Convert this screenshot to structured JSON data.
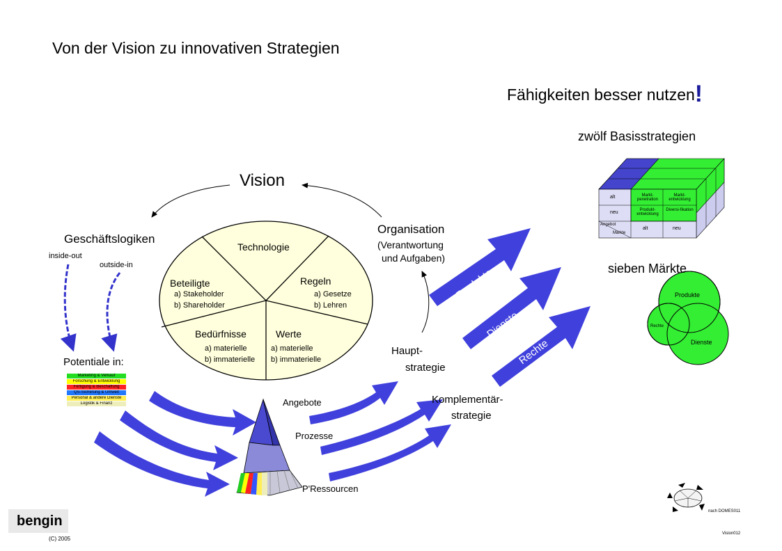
{
  "title": "Von der Vision zu innovativen Strategien",
  "tagline": "Fähigkeiten besser nutzen",
  "tagline_mark": "!",
  "vision": "Vision",
  "wheel": {
    "technologie": "Technologie",
    "beteiligte": "Beteiligte",
    "beteiligte_a": "a) Stakeholder",
    "beteiligte_b": "b) Shareholder",
    "regeln": "Regeln",
    "regeln_a": "a) Gesetze",
    "regeln_b": "b) Lehren",
    "beduerfnisse": "Bedürfnisse",
    "beduerfnisse_a": "a) materielle",
    "beduerfnisse_b": "b) immaterielle",
    "werte": "Werte",
    "werte_a": "a) materielle",
    "werte_b": "b) immaterielle"
  },
  "left": {
    "geschaeftslogiken": "Geschäftslogiken",
    "inside_out": "inside-out",
    "outside_in": "outside-in",
    "potentiale": "Potentiale in:",
    "legend": [
      {
        "label": "Marketing & Verkauf",
        "color": "#22dd22"
      },
      {
        "label": "Forschung & Entwicklung",
        "color": "#ffff00"
      },
      {
        "label": "Fertigung & Beschaffung",
        "color": "#ff2222"
      },
      {
        "label": "QS-Sicherung & Umwelt",
        "color": "#2277ff"
      },
      {
        "label": "Personal & andere Dienste",
        "color": "#ffee55"
      },
      {
        "label": "Logistik & Finanz",
        "color": "#eeeebb"
      }
    ]
  },
  "organisation": {
    "line1": "Organisation",
    "line2": "(Verantwortung",
    "line3": "und Aufgaben)"
  },
  "strategy": {
    "haupt1": "Haupt-",
    "haupt2": "strategie",
    "komp1": "Komplementär-",
    "komp2": "strategie"
  },
  "pyramid": {
    "angebote": "Angebote",
    "prozesse": "Prozesse",
    "ressourcen": "P'Ressourcen"
  },
  "big_arrows": [
    "Produkte",
    "Dienste",
    "Rechte"
  ],
  "basis": {
    "heading": "zwölf Basisstrategien",
    "alt": "alt",
    "neu": "neu",
    "angebot": "Angebot",
    "maerkte": "Märkte",
    "cells": [
      "Markt-penetration",
      "Markt-entwicklung",
      "Produkt-entwicklung",
      "Diversi-fikation"
    ]
  },
  "markets": {
    "heading": "sieben Märkte",
    "produkte": "Produkte",
    "rechte": "Rechte",
    "dienste": "Dienste"
  },
  "footer": {
    "logo": "bengin",
    "copyright": "(C) 2005",
    "after": "nach DOMES011",
    "version": "Vision012"
  }
}
